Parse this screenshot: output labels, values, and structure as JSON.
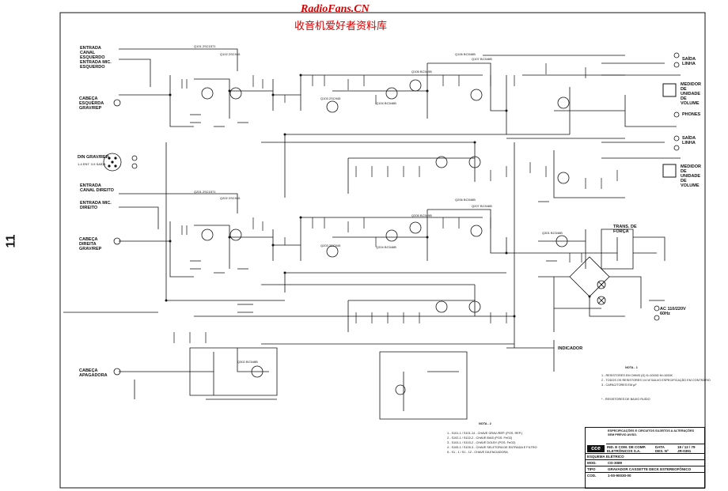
{
  "watermark": {
    "site": "RadioFans.CN",
    "subtitle": "收音机爱好者资料库"
  },
  "page_number": "11",
  "left_labels": {
    "entrada_canal_esquerdo": "ENTRADA CANAL ESQUERDO",
    "entrada_mic_esquerdo": "ENTRADA MIC. ESQUERDO",
    "cabeca_esquerda": "CABEÇA ESQUERDA GRAV/REP",
    "din": "DIN GRAV/REP",
    "din_pins": "1-4 ENT. 3-5 SAÍDA",
    "entrada_canal_direito": "ENTRADA CANAL DIREITO",
    "entrada_mic_direito": "ENTRADA MIC. DIREITO",
    "cabeca_direita": "CABEÇA DIREITA GRAV/REP",
    "cabeca_apagadora": "CABEÇA APAGADORA"
  },
  "right_labels": {
    "saida_linha_1": "SAÍDA LINHA",
    "medidor_1": "MEDIDOR DE UNIDADE DE VOLUME",
    "phones": "PHONES",
    "saida_linha_2": "SAÍDA LINHA",
    "medidor_2": "MEDIDOR DE UNIDADE DE VOLUME",
    "trans_forca": "TRANS. DE FORÇA",
    "ac_input": "AC 110/220V 60Hz",
    "indicador": "INDICADOR"
  },
  "transistors": [
    "Q101 2SC1571",
    "Q102 2SC945",
    "Q103 2SC945",
    "Q104 BC546B",
    "Q105 BC549B",
    "Q106 BC546B",
    "Q107 BC546B",
    "Q201 2SC1571",
    "Q202 2SC945",
    "Q203 2SC945",
    "Q204 BC546B",
    "Q205 BC549B",
    "Q206 BC546B",
    "Q207 BC546B",
    "Q301 BC546B",
    "Q302 BC548B"
  ],
  "nota_1": {
    "title": "NOTA - 1",
    "lines": [
      "1 - RESISTORES EM OHMS (Ω) K=1000Ω  M=1000K",
      "2 - TODOS OS RESISTORES 1/4 W SALVO ESPECIFICAÇÃO EM CONTRÁRIO",
      "3 - CAPACITORES EM μF",
      "* - RESISTORES DE BAIXO RUÍDO"
    ]
  },
  "nota_2": {
    "title": "NOTA - 2",
    "lines": [
      "1 - S101-1 / S101-14 - CHAVE GRAV./REP. (POS. REP.)",
      "2 - S102-1 / S102-2 - CHAVE BIAS (POS. FeO2)",
      "3 - S103-1 / S103-2 - CHAVE DOLBY (POS. FeO2)",
      "4 - S105-1 / S105-3 - CHAVE SELETORA DE ENTRADA E FILTRO",
      "5 - S1 - 1 / S1 - 12 - CHAVE DILENCIADORA"
    ]
  },
  "spec_notice": "ESPECIFICAÇÕES E CIRCUITOS SUJEITOS A ALTERAÇÕES SEM PRÉVIO AVISO.",
  "title_block": {
    "logo": "cce",
    "company_line1": "IND. E COM. DE COMP.",
    "company_line2": "ELETRÔNICOS S.A.",
    "data_label": "DATA",
    "data_value": "18 / 12 / 79",
    "des_label": "DES. Nº",
    "des_value": "JR-0391",
    "esquema": "ESQUEMA ELÉTRICO",
    "mod_label": "MOD.",
    "mod_value": "CD-3089",
    "tipo_label": "TIPO",
    "tipo_value": "GRAVADOR CASSETTE DECK ESTEREOFÔNICO",
    "cod_label": "COD.",
    "cod_value": "1-00-90030-00"
  },
  "colors": {
    "ink": "#111111",
    "watermark": "#d20000",
    "paper": "#ffffff"
  }
}
